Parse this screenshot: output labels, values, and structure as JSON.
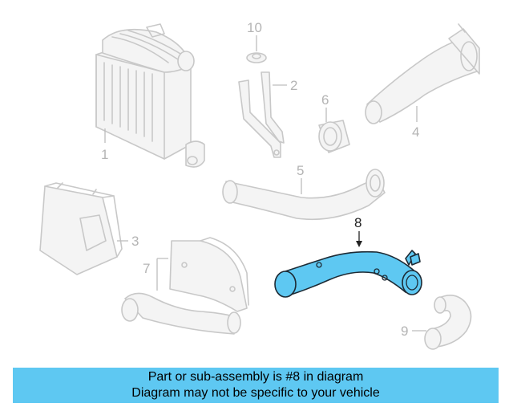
{
  "callouts": {
    "c1": "1",
    "c2": "2",
    "c3": "3",
    "c4": "4",
    "c5": "5",
    "c6": "6",
    "c7": "7",
    "c8": "8",
    "c9": "9",
    "c10": "10"
  },
  "highlighted_part": "8",
  "colors": {
    "highlight": "#5ec8f2",
    "banner": "#5ec8f2",
    "inactive_parts": "#c8c8c8"
  },
  "banner": {
    "line1": "Part or sub-assembly is #8 in diagram",
    "line2": "Diagram may not be specific to your vehicle"
  }
}
